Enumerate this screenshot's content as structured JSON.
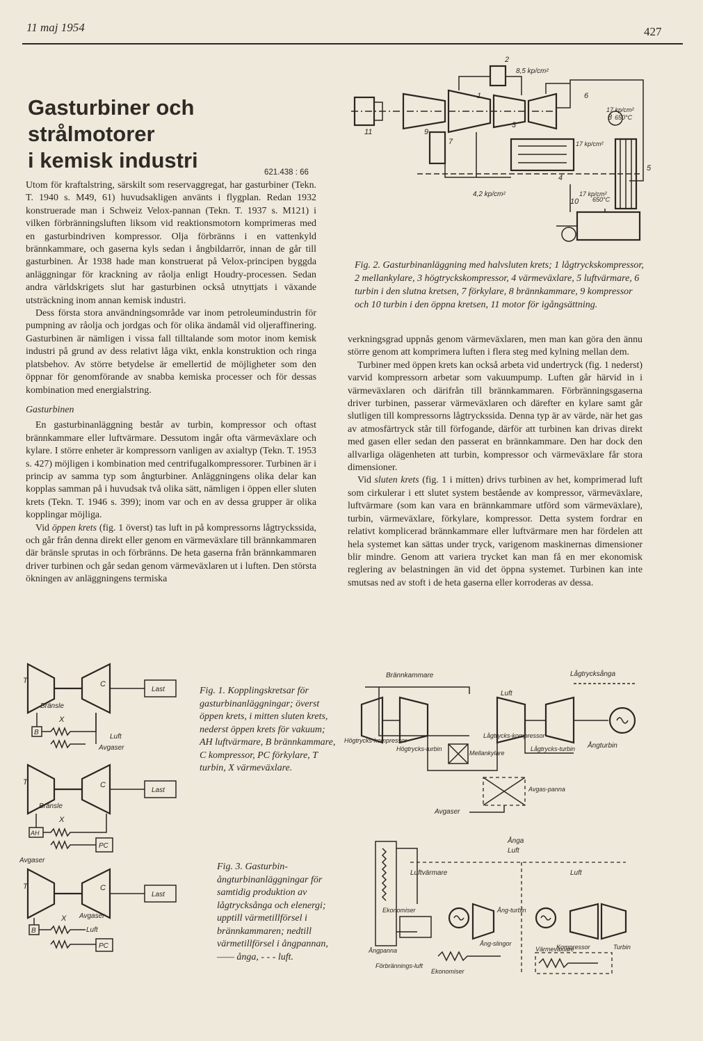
{
  "header": {
    "date": "11 maj 1954",
    "page_number": "427"
  },
  "article": {
    "title_line1": "Gasturbiner och strålmotorer",
    "title_line2": "i kemisk industri",
    "udc": "621.438 : 66",
    "left_column": [
      "Utom för kraftalstring, särskilt som reservaggregat, har gasturbiner (Tekn. T. 1940 s. M49, 61) huvudsakligen använts i flygplan. Redan 1932 konstruerade man i Schweiz Velox-pannan (Tekn. T. 1937 s. M121) i vilken förbränningsluften liksom vid reaktionsmotorn komprimeras med en gasturbindriven kompressor. Olja förbränns i en vattenkyld brännkammare, och gaserna kyls sedan i ångbildarrör, innan de går till gasturbinen. År 1938 hade man konstruerat på Velox-principen byggda anläggningar för krackning av råolja enligt Houdry-processen. Sedan andra världskrigets slut har gasturbinen också utnyttjats i växande utsträckning inom annan kemisk industri.",
      "Dess första stora användningsområde var inom petroleumindustrin för pumpning av råolja och jordgas och för olika ändamål vid oljeraffinering. Gasturbinen är nämligen i vissa fall tilltalande som motor inom kemisk industri på grund av dess relativt låga vikt, enkla konstruktion och ringa platsbehov. Av större betydelse är emellertid de möjligheter som den öppnar för genomförande av snabba kemiska processer och för dessas kombination med energialstring."
    ],
    "subheading": "Gasturbinen",
    "left_column_2": [
      "En gasturbinanläggning består av turbin, kompressor och oftast brännkammare eller luftvärmare. Dessutom ingår ofta värmeväxlare och kylare. I större enheter är kompressorn vanligen av axialtyp (Tekn. T. 1953 s. 427) möjligen i kombination med centrifugalkompressorer. Turbinen är i princip av samma typ som ångturbiner. Anläggningens olika delar kan kopplas samman på i huvudsak två olika sätt, nämligen i öppen eller sluten krets (Tekn. T. 1946 s. 399); inom var och en av dessa grupper är olika kopplingar möjliga."
    ],
    "open_para_pre": "Vid ",
    "open_para_em": "öppen krets",
    "open_para_post": " (fig. 1 överst) tas luft in på kompressorns lågtryckssida, och går från denna direkt eller genom en värmeväxlare till brännkammaren där bränsle sprutas in och förbränns. De heta gaserna från brännkammaren driver turbinen och går sedan genom värmeväxlaren ut i luften. Den största ökningen av anläggningens termiska",
    "right_column": [
      "verkningsgrad uppnås genom värmeväxlaren, men man kan göra den ännu större genom att komprimera luften i flera steg med kylning mellan dem.",
      "Turbiner med öppen krets kan också arbeta vid undertryck (fig. 1 nederst) varvid kompressorn arbetar som vakuumpump. Luften går härvid in i värmeväxlaren och därifrån till brännkammaren. Förbränningsgaserna driver turbinen, passerar värmeväxlaren och därefter en kylare samt går slutligen till kompressorns lågtryckssida. Denna typ är av värde, när het gas av atmosfärtryck står till förfogande, därför att turbinen kan drivas direkt med gasen eller sedan den passerat en brännkammare. Den har dock den allvarliga olägenheten att turbin, kompressor och värmeväxlare får stora dimensioner."
    ],
    "closed_para_pre": "Vid ",
    "closed_para_em": "sluten krets",
    "closed_para_post": " (fig. 1 i mitten) drivs turbinen av het, komprimerad luft som cirkulerar i ett slutet system bestående av kompressor, värmeväxlare, luftvärmare (som kan vara en brännkammare utförd som värmeväxlare), turbin, värmeväxlare, förkylare, kompressor. Detta system fordrar en relativt komplicerad brännkammare eller luftvärmare men har fördelen att hela systemet kan sättas under tryck, varigenom maskinernas dimensioner blir mindre. Genom att variera trycket kan man få en mer ekonomisk reglering av belastningen än vid det öppna systemet. Turbinen kan inte smutsas ned av stoft i de heta gaserna eller korroderas av dessa."
  },
  "figures": {
    "fig2": {
      "caption": "Fig. 2. Gasturbinanläggning med halvsluten krets; 1 lågtryckskompressor, 2 mellankylare, 3 högtryckskompressor, 4 värmeväxlare, 5 luftvärmare, 6 turbin i den slutna kretsen, 7 förkylare, 8 brännkammare, 9 kompressor och 10 turbin i den öppna kretsen, 11 motor för igångsättning.",
      "labels": {
        "n1": "1",
        "n2": "2",
        "n3": "3",
        "n4": "4",
        "n5": "5",
        "n6": "6",
        "n7": "7",
        "n8": "8",
        "n9": "9",
        "n10": "10",
        "n11": "11",
        "p85": "8,5 kp/cm²",
        "p17a": "17 kp/cm²",
        "t650a": "650°C",
        "p17b": "17 kp/cm²",
        "p42": "4,2 kp/cm²",
        "p17c": "17 kp/cm²",
        "t650b": "650°C"
      }
    },
    "fig1": {
      "caption": "Fig. 1. Kopplingskretsar för gasturbinanläggningar; överst öppen krets, i mitten sluten krets, nederst öppen krets för vakuum; AH luftvärmare, B brännkammare, C kompressor, PC förkylare, T turbin, X värmeväxlare.",
      "labels": {
        "T": "T",
        "C": "C",
        "Last": "Last",
        "Bransle": "Bränsle",
        "X": "X",
        "B": "B",
        "Luft": "Luft",
        "Avgaser": "Avgaser",
        "AH": "AH",
        "PC": "PC"
      }
    },
    "fig_plant": {
      "labels": {
        "brannkammare": "Brännkammare",
        "lagtrycksanga": "Lågtrycksånga",
        "luft": "Luft",
        "hogtryckskompressor": "Högtrycks-kompressor",
        "hogtrycksturbin": "Högtrycks-turbin",
        "lagtryckskompressor": "Lågtrycks-kompressor",
        "mellankylare": "Mellankylare",
        "lagtrycksturbin": "Lågtrycks-turbin",
        "angturbin": "Ångturbin",
        "avgaspanna": "Avgas-panna",
        "avgaser": "Avgaser"
      }
    },
    "fig3": {
      "caption": "Fig. 3. Gasturbin-ångturbinanläggningar för samtidig produktion av lågtrycksånga och elenergi; upptill värmetillförsel i brännkammaren; nedtill värmetillförsel i ångpannan, —— ånga, - - - luft.",
      "labels": {
        "anga": "Ånga",
        "luft_top": "Luft",
        "luftvarmare": "Luftvärmare",
        "luft_right": "Luft",
        "ekonomiser": "Ekonomiser",
        "angturbin": "Ång-turbin",
        "kompressor": "Kompressor",
        "turbin": "Turbin",
        "angpanna": "Ångpanna",
        "angslingor": "Ång-slingor",
        "varmevaxlare": "Värmeväxlare",
        "forbranningsluft": "Förbrännings-luft",
        "ekonomiser2": "Ekonomiser"
      }
    }
  }
}
